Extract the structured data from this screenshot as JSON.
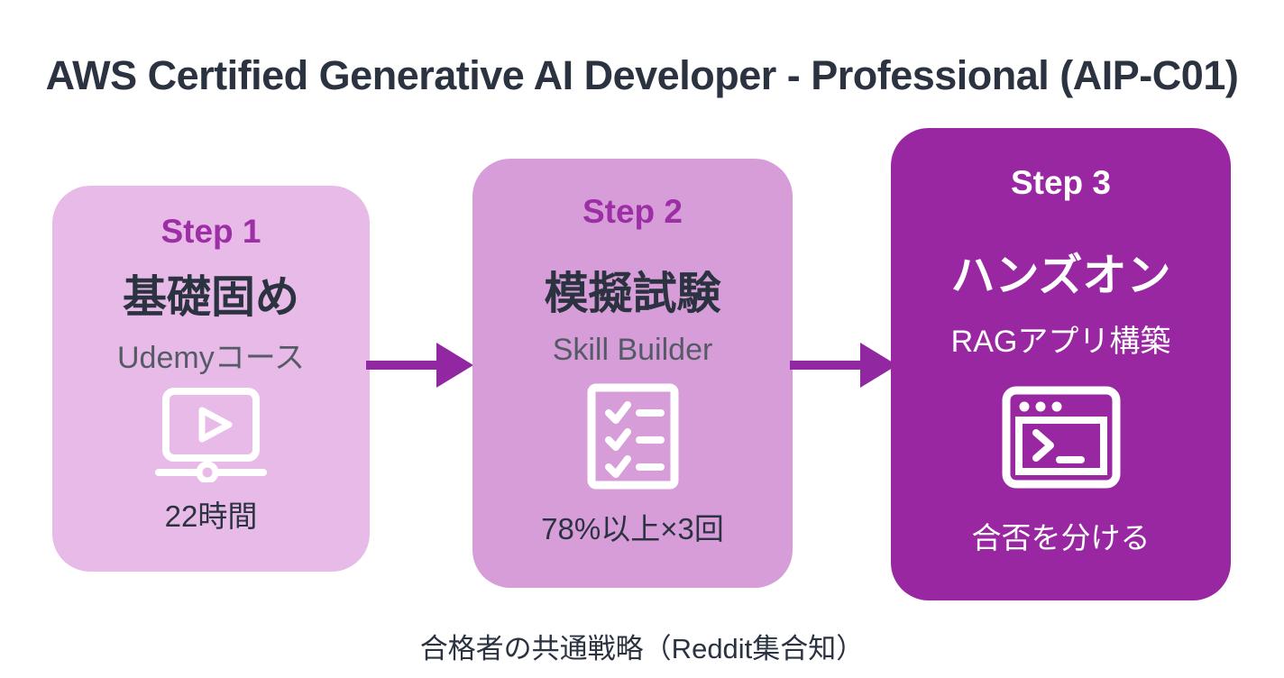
{
  "title": "AWS Certified Generative AI Developer - Professional (AIP-C01)",
  "steps": [
    {
      "label": "Step 1",
      "heading": "基礎固め",
      "subheading": "Udemyコース",
      "icon": "video-player-icon",
      "footnote": "22時間"
    },
    {
      "label": "Step 2",
      "heading": "模擬試験",
      "subheading": "Skill Builder",
      "icon": "checklist-icon",
      "footnote": "78%以上×3回"
    },
    {
      "label": "Step 3",
      "heading": "ハンズオン",
      "subheading": "RAGアプリ構築",
      "icon": "terminal-icon",
      "footnote": "合否を分ける"
    }
  ],
  "caption": "合格者の共通戦略（Reddit集合知）",
  "colors": {
    "page_background": "#ffffff",
    "title_text": "#2b3240",
    "step_label_purple": "#9c2fa5",
    "card1_background": "#e8bae8",
    "card2_background": "#d79dd9",
    "card3_background": "#9a27a2",
    "card3_text": "#ffffff",
    "arrow": "#9227a2",
    "heading_text": "#2b3240",
    "subheading_text": "#555b66",
    "icon_stroke": "#ffffff"
  }
}
